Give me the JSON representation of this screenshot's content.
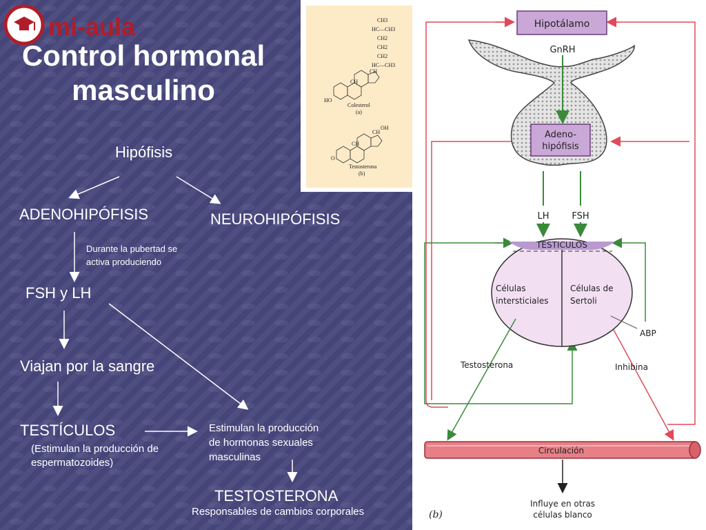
{
  "logo": {
    "text": "mi-aula"
  },
  "title": {
    "line1": "Control hormonal",
    "line2": "masculino"
  },
  "flow": {
    "hipofisis": "Hipófisis",
    "adenohipofisis": "ADENOHIPÓFISIS",
    "neurohipofisis": "NEUROHIPÓFISIS",
    "pubertad_line1": "Durante la pubertad se",
    "pubertad_line2": "activa produciendo",
    "fsh_lh": "FSH y LH",
    "viajan": "Viajan por la sangre",
    "testiculos": "TESTÍCULOS",
    "testiculos_note_line1": "(Estimulan la producción de",
    "testiculos_note_line2": "espermatozoides)",
    "estimulan_line1": "Estimulan la producción",
    "estimulan_line2": "de hormonas sexuales",
    "estimulan_line3": "masculinas",
    "testosterona": "TESTOSTERONA",
    "responsables": "Responsables de cambios corporales"
  },
  "chemistry": {
    "ch3_top": "CH3",
    "hc_ch3_1": "HC—CH3",
    "ch2_a": "CH2",
    "ch2_b": "CH2",
    "ch2_c": "CH2",
    "hc_ch3_2": "HC—CH3",
    "ch_1": "CH",
    "ch_2": "CH",
    "ho": "HO",
    "colesterol": "Colesterol",
    "label_a": "(a)",
    "oh": "OH",
    "ch_3": "CH",
    "ch_4": "CH",
    "o": "O",
    "testosterona": "Testosterona",
    "label_b": "(b)"
  },
  "diagram": {
    "hipotalamo": "Hipotálamo",
    "gnrh": "GnRH",
    "adenohipofisis_line1": "Adeno-",
    "adenohipofisis_line2": "hipófisis",
    "lh": "LH",
    "fsh": "FSH",
    "testiculos": "TESTICULOS",
    "celulas_inter_line1": "Células",
    "celulas_inter_line2": "intersticiales",
    "celulas_sertoli_line1": "Células de",
    "celulas_sertoli_line2": "Sertoli",
    "abp": "ABP",
    "testosterona": "Testosterona",
    "inhibina": "Inhibina",
    "circulacion": "Circulación",
    "influye_line1": "Influye en otras",
    "influye_line2": "células blanco",
    "panel_label": "(b)"
  },
  "colors": {
    "background": "#45457a",
    "red_feedback": "#e04a5a",
    "green_stimulus": "#3a8a3a",
    "hipotalamo_box": "#c9a8d8",
    "testiculos_fill": "#f2dff2",
    "circulacion_tube": "#e67f86"
  }
}
